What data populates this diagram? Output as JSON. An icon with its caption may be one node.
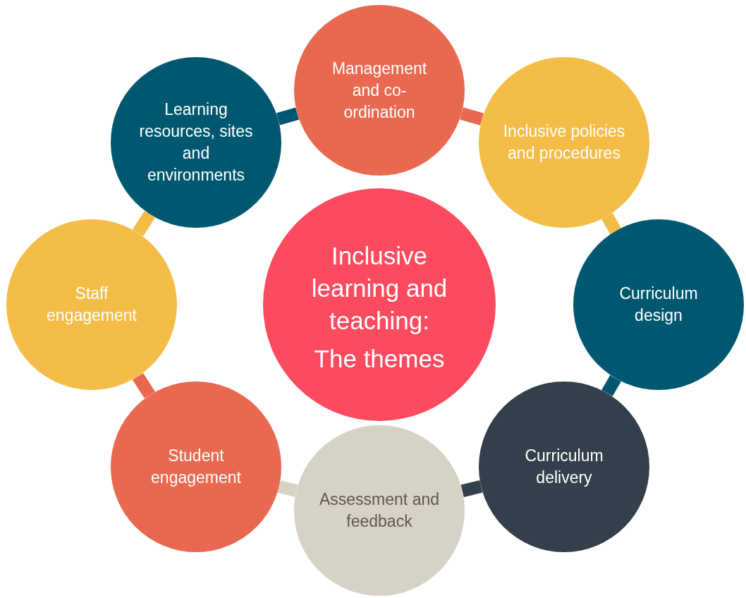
{
  "diagram": {
    "nodes": [
      {
        "text": [
          "Management and co-ordination"
        ]
      },
      {
        "text": [
          "Inclusive policies and procedures"
        ]
      },
      {
        "text": [
          "Curriculum design"
        ]
      },
      {
        "text": [
          "Curriculum delivery"
        ]
      },
      {
        "text": [
          "Assessment and feedback"
        ]
      },
      {
        "text": [
          "Student engagement"
        ]
      },
      {
        "text": [
          "Staff engagement"
        ]
      },
      {
        "text": [
          "Learning resources, sites and environments"
        ]
      },
      {
        "text": [
          "Inclusive learning and teaching:",
          "The themes"
        ]
      }
    ],
    "edges": [
      {
        "from": 0,
        "to": 1,
        "arrow": "none",
        "color": "#e8694f"
      },
      {
        "from": 1,
        "to": 2,
        "arrow": "none",
        "color": "#f3bd48"
      },
      {
        "from": 2,
        "to": 3,
        "arrow": "none",
        "color": "#005870"
      },
      {
        "from": 3,
        "to": 4,
        "arrow": "none",
        "color": "#333f4a"
      },
      {
        "from": 4,
        "to": 5,
        "arrow": "none",
        "color": "#d7d2c6"
      },
      {
        "from": 5,
        "to": 6,
        "arrow": "none",
        "color": "#e8694f"
      },
      {
        "from": 6,
        "to": 7,
        "arrow": "none",
        "color": "#f3bd48"
      },
      {
        "from": 7,
        "to": 0,
        "arrow": "none",
        "color": "#005870"
      }
    ]
  }
}
